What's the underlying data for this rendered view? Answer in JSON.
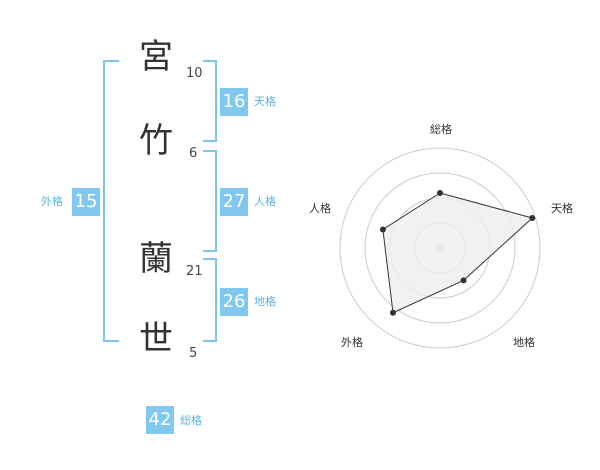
{
  "name": {
    "chars": [
      {
        "char": "宮",
        "strokes": "10"
      },
      {
        "char": "竹",
        "strokes": "6"
      },
      {
        "char": "蘭",
        "strokes": "21"
      },
      {
        "char": "世",
        "strokes": "5"
      }
    ]
  },
  "fortunes": {
    "tenkaku": {
      "label": "天格",
      "value": "16"
    },
    "jinkaku": {
      "label": "人格",
      "value": "27"
    },
    "chikaku": {
      "label": "地格",
      "value": "26"
    },
    "gaikaku": {
      "label": "外格",
      "value": "15"
    },
    "soukaku": {
      "label": "総格",
      "value": "42"
    }
  },
  "colors": {
    "accent": "#80c8f0",
    "accent_text": "#5ab4e6",
    "radar_fill": "#eeeeee",
    "radar_line": "#333333"
  },
  "chart_data": {
    "type": "radar",
    "axes": [
      "総格",
      "天格",
      "地格",
      "外格",
      "人格"
    ],
    "values": [
      0.55,
      0.97,
      0.4,
      0.8,
      0.6
    ],
    "rings": 4,
    "grid": true
  }
}
